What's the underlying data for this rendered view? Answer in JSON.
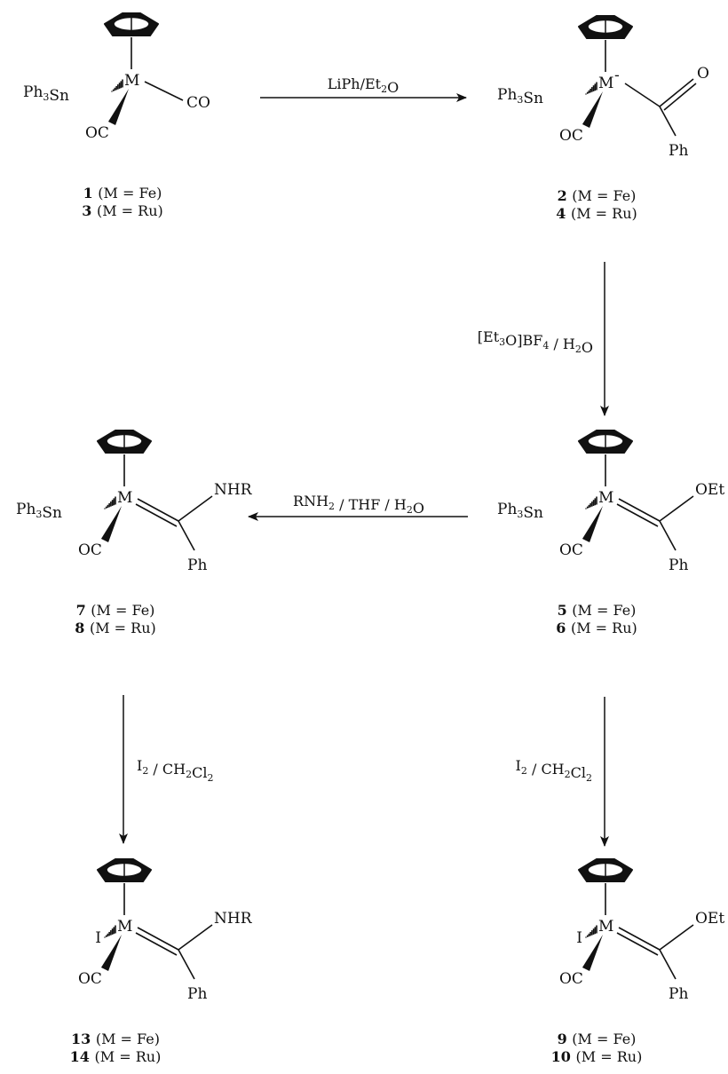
{
  "compounds": [
    {
      "id": "c1",
      "center": "M",
      "left": "Ph3Sn",
      "right_label": "CO",
      "bottom": "OC",
      "ligand": "carbonyl",
      "captions": [
        {
          "num": "1",
          "text": "(M = Fe)"
        },
        {
          "num": "3",
          "text": "(M = Ru)"
        }
      ]
    },
    {
      "id": "c2",
      "center": "M",
      "charge": "-",
      "left": "Ph3Sn",
      "bottom": "OC",
      "ligand": "acyl",
      "up": "O",
      "down": "Ph",
      "captions": [
        {
          "num": "2",
          "text": "(M = Fe)"
        },
        {
          "num": "4",
          "text": "(M = Ru)"
        }
      ]
    },
    {
      "id": "c5",
      "center": "M",
      "left": "Ph3Sn",
      "bottom": "OC",
      "ligand": "carbene",
      "up": "OEt",
      "down": "Ph",
      "captions": [
        {
          "num": "5",
          "text": "(M = Fe)"
        },
        {
          "num": "6",
          "text": "(M = Ru)"
        }
      ]
    },
    {
      "id": "c7",
      "center": "M",
      "left": "Ph3Sn",
      "bottom": "OC",
      "ligand": "carbene",
      "up": "NHR",
      "down": "Ph",
      "captions": [
        {
          "num": "7",
          "text": "(M = Fe)"
        },
        {
          "num": "8",
          "text": "(M = Ru)"
        }
      ]
    },
    {
      "id": "c13",
      "center": "M",
      "left": "I",
      "bottom": "OC",
      "ligand": "carbene",
      "up": "NHR",
      "down": "Ph",
      "captions": [
        {
          "num": "13",
          "text": "(M = Fe)"
        },
        {
          "num": "14",
          "text": "(M = Ru)"
        }
      ]
    },
    {
      "id": "c9",
      "center": "M",
      "left": "I",
      "bottom": "OC",
      "ligand": "carbene",
      "up": "OEt",
      "down": "Ph",
      "captions": [
        {
          "num": "9",
          "text": "(M = Fe)"
        },
        {
          "num": "10",
          "text": "(M = Ru)"
        }
      ]
    }
  ],
  "reactions": [
    {
      "id": "r1",
      "from": "c1",
      "to": "c2",
      "direction": "right",
      "conditions": "LiPh/Et2O"
    },
    {
      "id": "r2",
      "from": "c2",
      "to": "c5",
      "direction": "down",
      "conditions": "[Et3O]BF4 / H2O"
    },
    {
      "id": "r3",
      "from": "c5",
      "to": "c7",
      "direction": "left",
      "conditions": "RNH2 / THF / H2O"
    },
    {
      "id": "r4",
      "from": "c7",
      "to": "c13",
      "direction": "down",
      "conditions": "I2 / CH2Cl2"
    },
    {
      "id": "r5",
      "from": "c5",
      "to": "c9",
      "direction": "down",
      "conditions": "I2 / CH2Cl2"
    }
  ],
  "colors": {
    "ink": "#111111",
    "background": "#ffffff"
  }
}
